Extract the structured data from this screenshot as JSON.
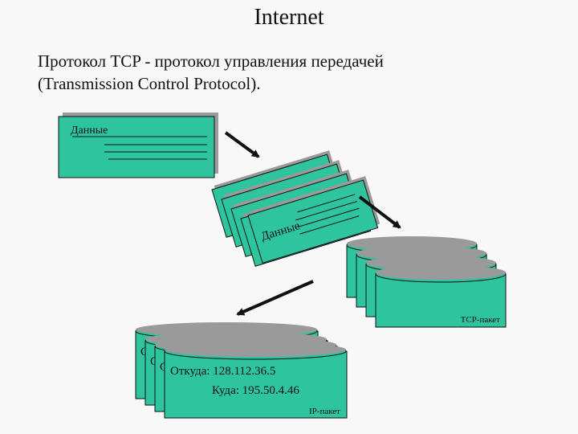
{
  "slide": {
    "title": "Internet",
    "subtitle_line1": "Протокол TCP - протокол управления передачей",
    "subtitle_line2": "(Transmission Control Protocol)."
  },
  "diagram": {
    "data_label": "Данные",
    "tcp_label": "TCP-пакет",
    "ip_from": "Откуда: 128.112.36.5",
    "ip_to": "Куда: 195.50.4.46",
    "ip_label": "IP-пакет",
    "hidden_letter": "О",
    "colors": {
      "fill": "#2ec49e",
      "edge": "#111111",
      "shadow": "#9a9a9a",
      "arrow": "#111111"
    }
  }
}
